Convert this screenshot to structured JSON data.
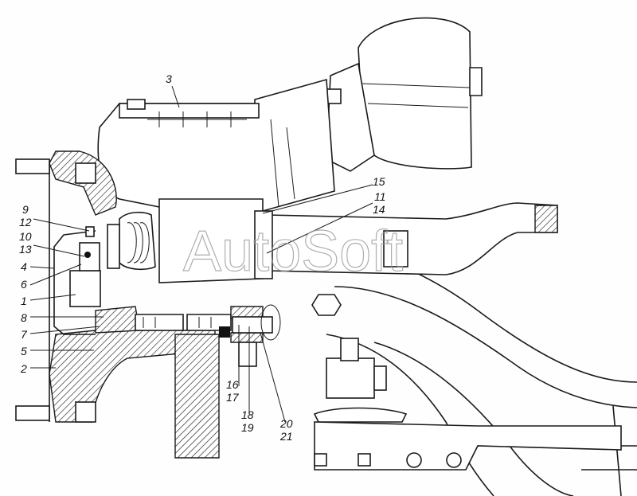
{
  "watermark": "AutoSoft",
  "callouts": {
    "c1": "1",
    "c2": "2",
    "c3": "3",
    "c4": "4",
    "c5": "5",
    "c6": "6",
    "c7": "7",
    "c8": "8",
    "c9": "9",
    "c10": "10",
    "c11": "11",
    "c12": "12",
    "c13": "13",
    "c14": "14",
    "c15": "15",
    "c16": "16",
    "c17": "17",
    "c18": "18",
    "c19": "19",
    "c20": "20",
    "c21": "21"
  }
}
